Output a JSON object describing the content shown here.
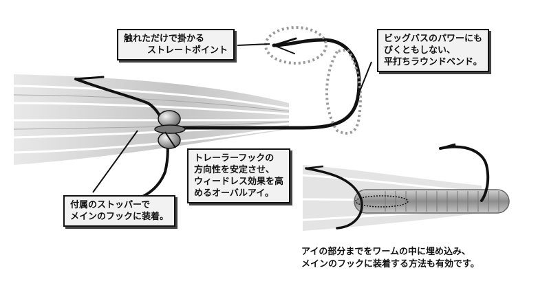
{
  "callouts": {
    "straight_point": {
      "lines": [
        "触れただけで掛かる",
        "ストレートポイント"
      ]
    },
    "round_bend": {
      "lines": [
        "ビッグバスのパワーにも",
        "びくともしない、",
        "平打ちラウンドベンド。"
      ]
    },
    "trailer_hook": {
      "lines": [
        "トレーラーフックの",
        "方向性を安定させ、",
        "ウィードレス効果を高",
        "めるオーバルアイ。"
      ]
    },
    "stopper": {
      "lines": [
        "付属のストッパーで",
        "メインのフックに装着。"
      ]
    }
  },
  "caption": {
    "lines": [
      "アイの部分までをワームの中に埋め込み、",
      "メインのフックに装着する方法も有効です。"
    ]
  },
  "colors": {
    "outline": "#111111",
    "callout_bg": "#f2f2f2",
    "skirt": "#cfcfcf",
    "worm": "#9a9a9a"
  }
}
